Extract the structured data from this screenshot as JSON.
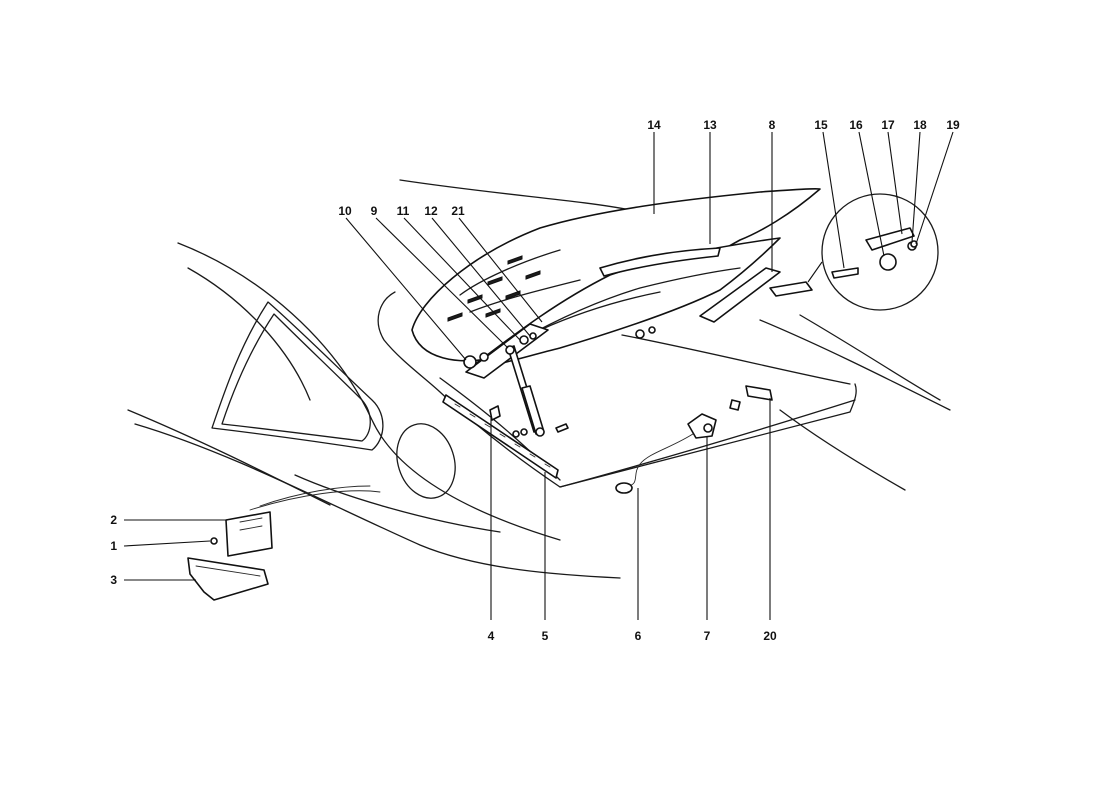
{
  "callouts": [
    {
      "id": "c1",
      "text": "1"
    },
    {
      "id": "c2",
      "text": "2"
    },
    {
      "id": "c3",
      "text": "3"
    },
    {
      "id": "c4",
      "text": "4"
    },
    {
      "id": "c5",
      "text": "5"
    },
    {
      "id": "c6",
      "text": "6"
    },
    {
      "id": "c7",
      "text": "7"
    },
    {
      "id": "c8",
      "text": "8"
    },
    {
      "id": "c9",
      "text": "9"
    },
    {
      "id": "c10",
      "text": "10"
    },
    {
      "id": "c11",
      "text": "11"
    },
    {
      "id": "c12",
      "text": "12"
    },
    {
      "id": "c13",
      "text": "13"
    },
    {
      "id": "c14",
      "text": "14"
    },
    {
      "id": "c15",
      "text": "15"
    },
    {
      "id": "c16",
      "text": "16"
    },
    {
      "id": "c17",
      "text": "17"
    },
    {
      "id": "c18",
      "text": "18"
    },
    {
      "id": "c19",
      "text": "19"
    },
    {
      "id": "c20",
      "text": "20"
    },
    {
      "id": "c21",
      "text": "21"
    }
  ]
}
